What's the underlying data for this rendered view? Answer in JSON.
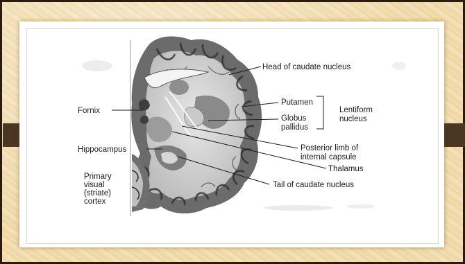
{
  "diagram": {
    "labels": {
      "head_of_caudate": "Head of caudate nucleus",
      "putamen": "Putamen",
      "globus_1": "Globus",
      "globus_2": "pallidus",
      "lentiform_1": "Lentiform",
      "lentiform_2": "nucleus",
      "fornix": "Fornix",
      "posterior_limb_1": "Posterior limb of",
      "posterior_limb_2": "internal capsule",
      "hippocampus": "Hippocampus",
      "thalamus": "Thalamus",
      "tail_of_caudate": "Tail of caudate nucleus",
      "primary_1": "Primary",
      "primary_2": "visual",
      "primary_3": "(striate)",
      "primary_4": "cortex"
    }
  },
  "colors": {
    "frame_wood": "#f1dcb0",
    "frame_border": "#2b1a0e",
    "side_tab": "#4b3624",
    "slide_background": "#ffffff"
  }
}
